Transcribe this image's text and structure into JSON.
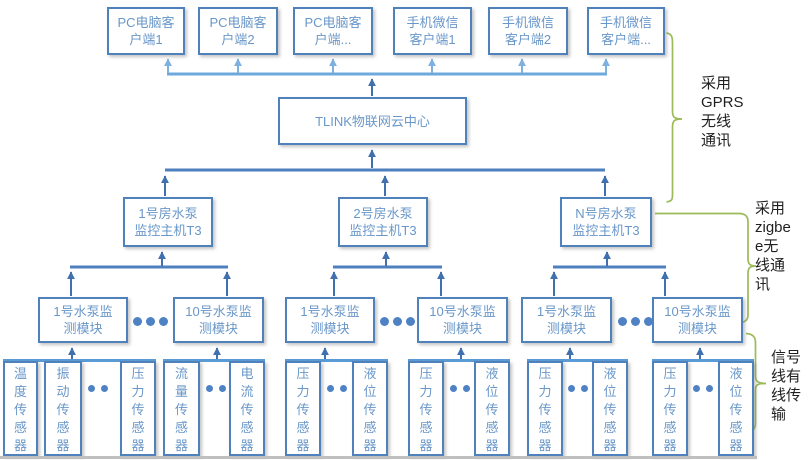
{
  "colors": {
    "box_border": "#4F81BD",
    "box_text": "#6997C9",
    "bus_top": "#6FA8DC",
    "bus_mid": "#4E7FBE",
    "sensor_line": "#5B9BD5",
    "arrow_dark": "#4170AE",
    "arrow_light": "#7EB0E0",
    "ellipsis_dot": "#4E82C4",
    "brace_green": "#9BBB59",
    "annotation_text": "#1f1f1f",
    "baseline_gray": "#BFBFBF"
  },
  "clients": [
    {
      "line1": "PC电脑客",
      "line2": "户端1"
    },
    {
      "line1": "PC电脑客",
      "line2": "户端2"
    },
    {
      "line1": "PC电脑客",
      "line2": "户端..."
    },
    {
      "line1": "手机微信",
      "line2": "客户端1"
    },
    {
      "line1": "手机微信",
      "line2": "客户端2"
    },
    {
      "line1": "手机微信",
      "line2": "客户端..."
    }
  ],
  "cloud": {
    "label": "TLINK物联网云中心"
  },
  "hosts": [
    {
      "line1": "1号房水泵",
      "line2": "监控主机T3"
    },
    {
      "line1": "2号房水泵",
      "line2": "监控主机T3"
    },
    {
      "line1": "N号房水泵",
      "line2": "监控主机T3"
    }
  ],
  "modules": [
    {
      "line1": "1号水泵监",
      "line2": "测模块"
    },
    {
      "line1": "10号水泵监",
      "line2": "测模块"
    },
    {
      "line1": "1号水泵监",
      "line2": "测模块"
    },
    {
      "line1": "10号水泵监",
      "line2": "测模块"
    },
    {
      "line1": "1号水泵监",
      "line2": "测模块"
    },
    {
      "line1": "10号水泵监",
      "line2": "测模块"
    }
  ],
  "sensor_groups": [
    {
      "sensors": [
        "温度传感器",
        "振动传感器",
        "压力传感器"
      ]
    },
    {
      "sensors": [
        "流量传感器",
        "电流传感器"
      ]
    },
    {
      "sensors": [
        "压力传感器",
        "液位传感器"
      ]
    },
    {
      "sensors": [
        "压力传感器",
        "液位传感器"
      ]
    },
    {
      "sensors": [
        "压力传感器",
        "液位传感器"
      ]
    },
    {
      "sensors": [
        "压力传感器",
        "液位传感器"
      ]
    }
  ],
  "annotations": [
    {
      "lines": [
        "采用",
        "GPRS",
        "无线",
        "通讯"
      ]
    },
    {
      "lines": [
        "采用",
        "zigbe",
        "e无",
        "线通",
        "讯"
      ]
    },
    {
      "lines": [
        "信号",
        "线有",
        "线传",
        "输"
      ]
    }
  ]
}
